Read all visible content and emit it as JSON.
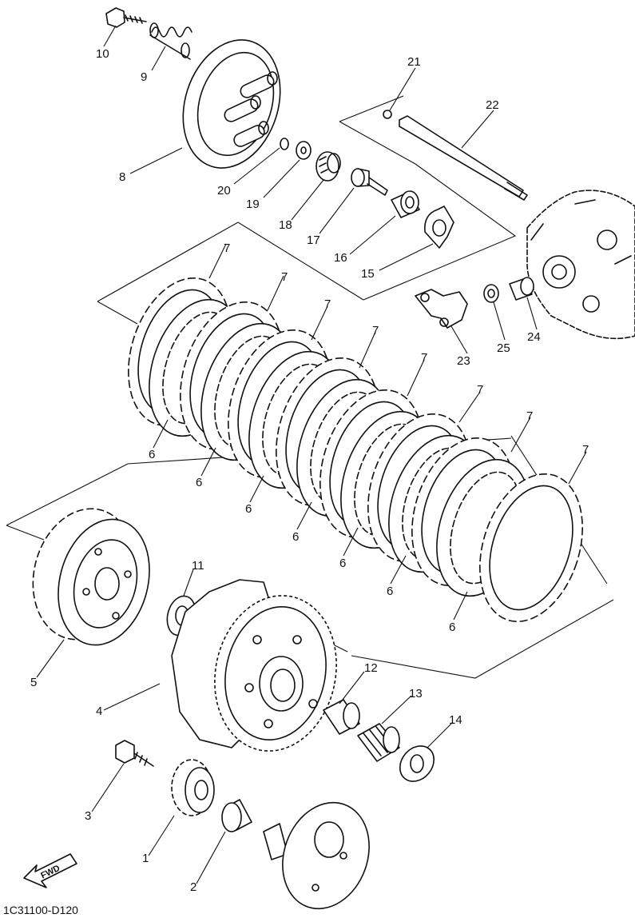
{
  "diagram": {
    "code": "1C31100-D120",
    "fwd_label": "FWD",
    "callouts": [
      {
        "id": "c1",
        "text": "1"
      },
      {
        "id": "c2",
        "text": "2"
      },
      {
        "id": "c3",
        "text": "3"
      },
      {
        "id": "c4",
        "text": "4"
      },
      {
        "id": "c5",
        "text": "5"
      },
      {
        "id": "c6a",
        "text": "6"
      },
      {
        "id": "c6b",
        "text": "6"
      },
      {
        "id": "c6c",
        "text": "6"
      },
      {
        "id": "c6d",
        "text": "6"
      },
      {
        "id": "c6e",
        "text": "6"
      },
      {
        "id": "c6f",
        "text": "6"
      },
      {
        "id": "c6g",
        "text": "6"
      },
      {
        "id": "c7a",
        "text": "7"
      },
      {
        "id": "c7b",
        "text": "7"
      },
      {
        "id": "c7c",
        "text": "7"
      },
      {
        "id": "c7d",
        "text": "7"
      },
      {
        "id": "c7e",
        "text": "7"
      },
      {
        "id": "c7f",
        "text": "7"
      },
      {
        "id": "c7g",
        "text": "7"
      },
      {
        "id": "c7h",
        "text": "7"
      },
      {
        "id": "c8",
        "text": "8"
      },
      {
        "id": "c9",
        "text": "9"
      },
      {
        "id": "c10",
        "text": "10"
      },
      {
        "id": "c11",
        "text": "11"
      },
      {
        "id": "c12",
        "text": "12"
      },
      {
        "id": "c13",
        "text": "13"
      },
      {
        "id": "c14",
        "text": "14"
      },
      {
        "id": "c15",
        "text": "15"
      },
      {
        "id": "c16",
        "text": "16"
      },
      {
        "id": "c17",
        "text": "17"
      },
      {
        "id": "c18",
        "text": "18"
      },
      {
        "id": "c19",
        "text": "19"
      },
      {
        "id": "c20",
        "text": "20"
      },
      {
        "id": "c21",
        "text": "21"
      },
      {
        "id": "c22",
        "text": "22"
      },
      {
        "id": "c23",
        "text": "23"
      },
      {
        "id": "c24",
        "text": "24"
      },
      {
        "id": "c25",
        "text": "25"
      }
    ]
  }
}
